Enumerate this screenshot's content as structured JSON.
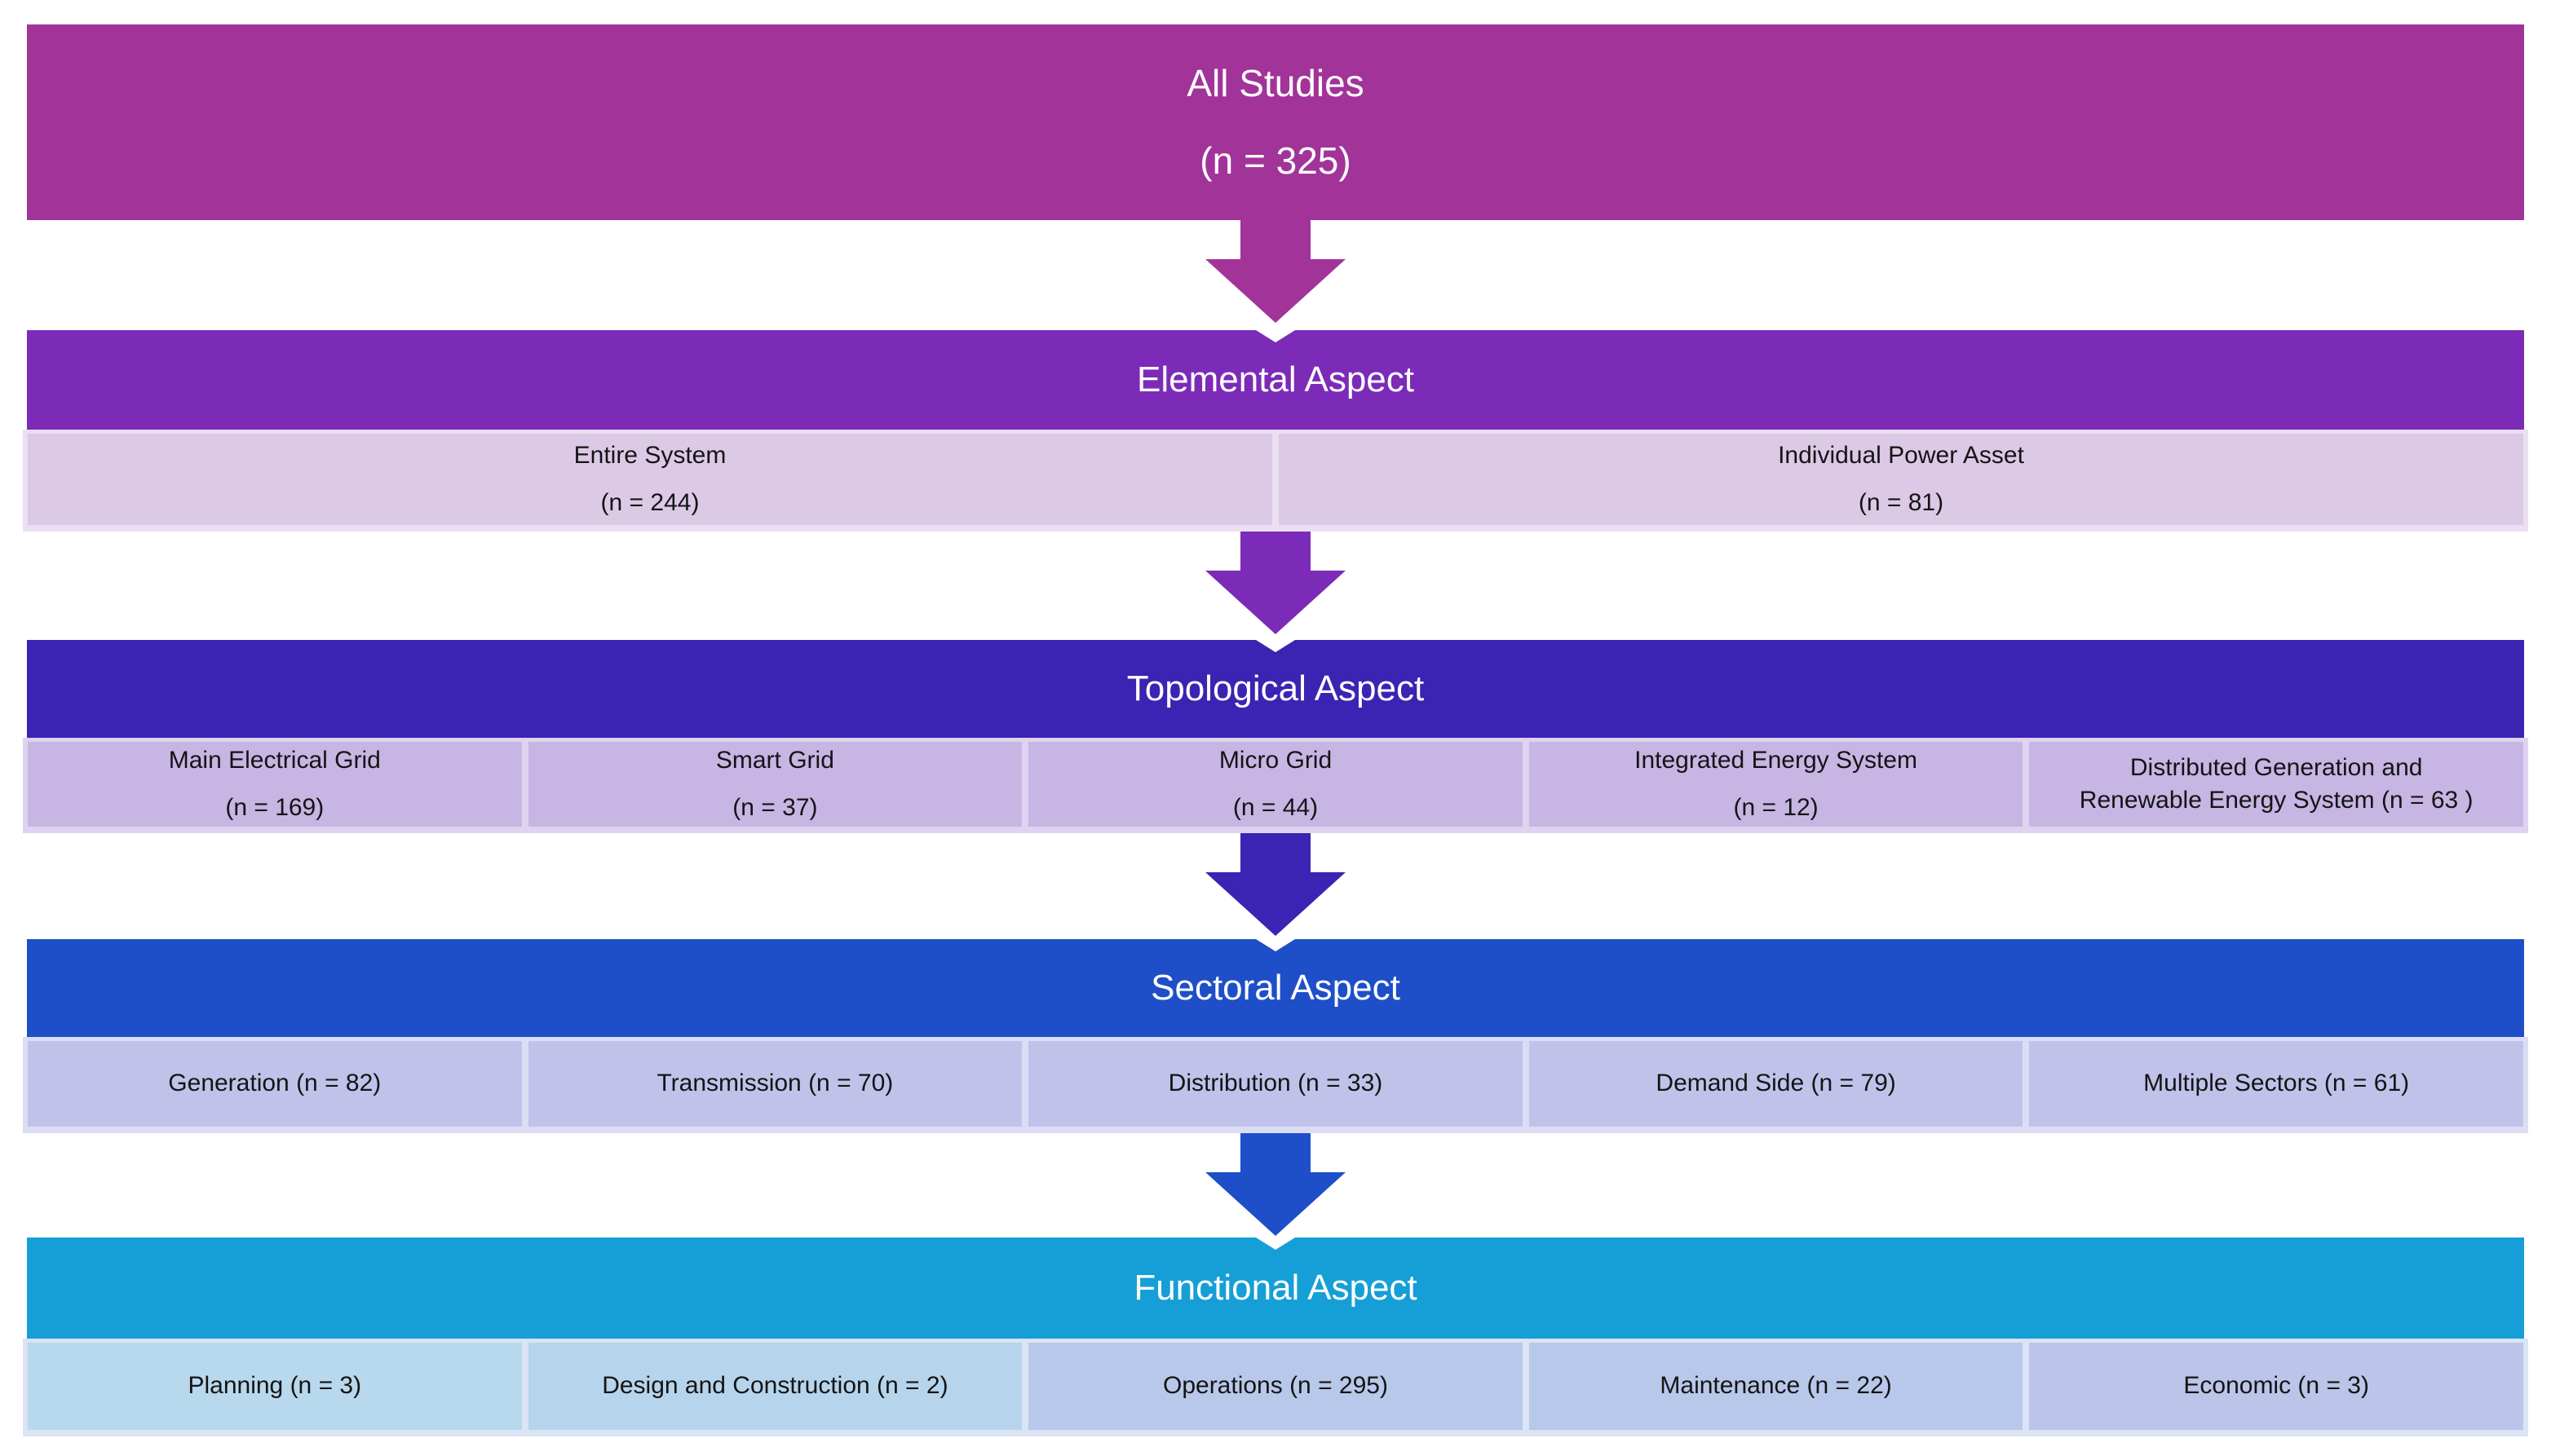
{
  "root": {
    "title": "All Studies",
    "count": "(n = 325)"
  },
  "levels": [
    {
      "header": "Elemental Aspect",
      "cells": [
        {
          "lines": [
            "Entire System",
            "(n = 244)"
          ]
        },
        {
          "lines": [
            "Individual Power Asset",
            "(n = 81)"
          ]
        }
      ]
    },
    {
      "header": "Topological Aspect",
      "cells": [
        {
          "lines": [
            "Main Electrical Grid",
            "(n = 169)"
          ]
        },
        {
          "lines": [
            "Smart Grid",
            "(n = 37)"
          ]
        },
        {
          "lines": [
            "Micro Grid",
            "(n = 44)"
          ]
        },
        {
          "lines": [
            "Integrated Energy System",
            "(n = 12)"
          ]
        },
        {
          "lines": [
            "Distributed Generation and",
            "Renewable Energy System (n = 63 )"
          ]
        }
      ]
    },
    {
      "header": "Sectoral Aspect",
      "cells": [
        {
          "lines": [
            "Generation (n = 82)"
          ]
        },
        {
          "lines": [
            "Transmission (n = 70)"
          ]
        },
        {
          "lines": [
            "Distribution (n = 33)"
          ]
        },
        {
          "lines": [
            "Demand Side (n = 79)"
          ]
        },
        {
          "lines": [
            "Multiple Sectors (n = 61)"
          ]
        }
      ]
    },
    {
      "header": "Functional Aspect",
      "cells": [
        {
          "lines": [
            "Planning (n = 3)"
          ]
        },
        {
          "lines": [
            "Design and Construction (n = 2)"
          ]
        },
        {
          "lines": [
            "Operations (n = 295)"
          ]
        },
        {
          "lines": [
            "Maintenance (n = 22)"
          ]
        },
        {
          "lines": [
            "Economic (n = 3)"
          ]
        }
      ]
    }
  ],
  "colors": {
    "root_fill": "#A23399",
    "elemental_fill": "#7C2BB8",
    "elemental_cell": "#DCC9E6",
    "elemental_frame": "#EBDFF2",
    "topological_fill": "#3B23B3",
    "topological_cell": "#C7B5E4",
    "topological_frame": "#DED3F0",
    "sectoral_fill": "#1E4FC8",
    "sectoral_cell": "#C1C2EA",
    "sectoral_frame": "#DCDDF4",
    "functional_fill": "#159FD6",
    "functional_frame": "#DAE4F5",
    "functional_cells": [
      "#B8D8ED",
      "#B6D5EC",
      "#B8C8EA",
      "#B8C8EA",
      "#BBC4E9"
    ],
    "arrow_1": "#A23399",
    "arrow_2": "#7C2BB8",
    "arrow_3": "#3B23B3",
    "arrow_4": "#1E4FC8"
  }
}
